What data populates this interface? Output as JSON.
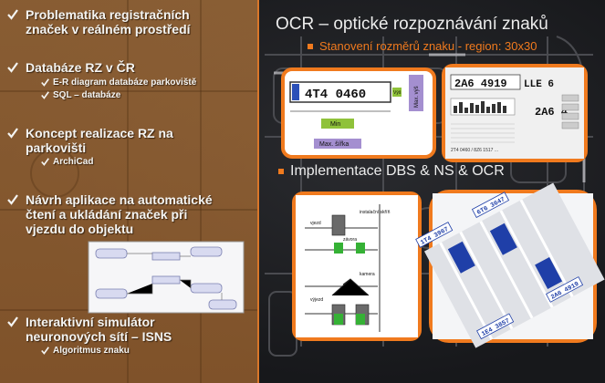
{
  "left": {
    "items": [
      {
        "label_1": "Problematika registračních",
        "label_2": "značek v reálném prostředí"
      },
      {
        "label_1": "Databáze RZ v ČR",
        "subitems": [
          "E-R diagram databáze parkoviště",
          "SQL – databáze"
        ]
      },
      {
        "label_1": "Koncept realizace RZ na",
        "label_2": "parkovišti",
        "subitems": [
          "ArchiCad"
        ]
      },
      {
        "label_1": "Návrh aplikace na automatické",
        "label_2": "čtení a ukládání značek při",
        "label_3": "vjezdu do objektu"
      },
      {
        "label_1": "Interaktivní simulátor",
        "label_2": "neuronových sítí – ISNS",
        "subitems": [
          "Algoritmus znaku"
        ]
      }
    ]
  },
  "right": {
    "title": "OCR – optické rozpoznávání znaků",
    "subtitle": "Stanovení  rozměrů znaku - region: 30x30",
    "subtitle2": "Implementace DBS & NS & OCR"
  },
  "ocr_figure": {
    "plate": "4T4 0460",
    "label_max_vyska": "Max. výš",
    "label_vys": "Výš",
    "label_min": "Min",
    "label_max_sirka": "Max. šířka"
  },
  "ocr_app": {
    "top_text": "2A6 4919",
    "top_chars": "LLE 6",
    "mid_text": "2A6 4",
    "list_text": "2T4 0460 / 8Z6 1517 ..."
  },
  "plan_labels": {
    "l1": "vjezd",
    "l2": "instalační skříň",
    "l3": "závora",
    "l4": "kamera",
    "l5": "výjezd"
  },
  "plates_3d": [
    "1T4 3967",
    "6T6 3647",
    "1E4 3857",
    "2A6 4919"
  ],
  "colors": {
    "accent": "#f07a1e",
    "panel": "#a8703a"
  }
}
